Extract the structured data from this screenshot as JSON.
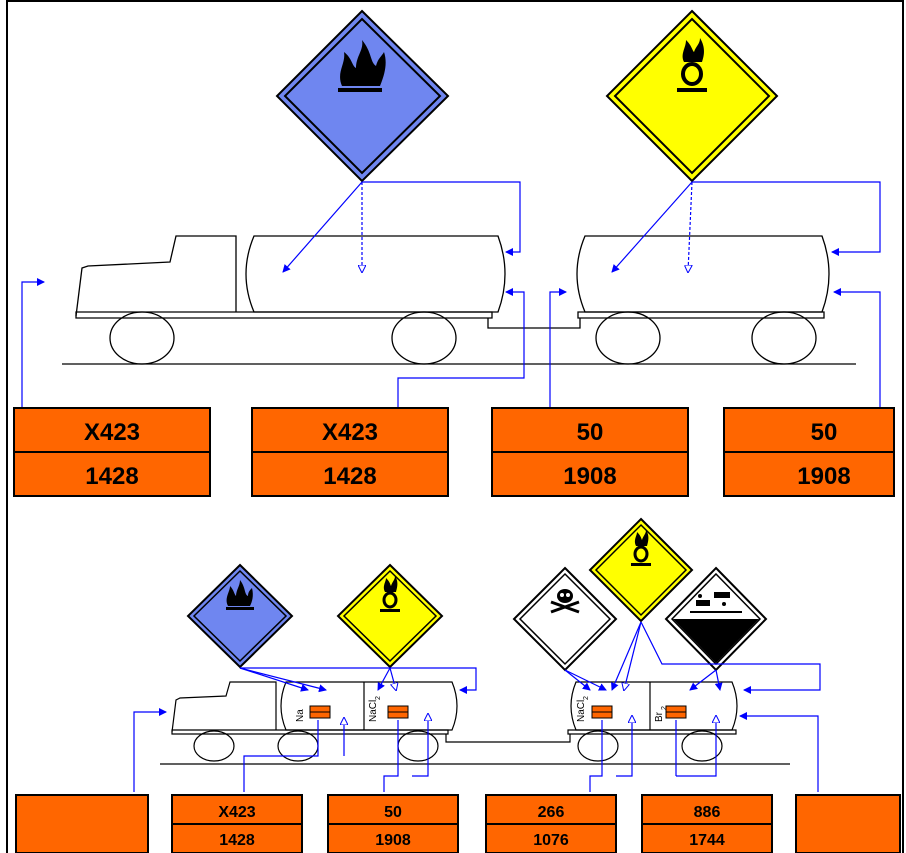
{
  "top": {
    "signs": [
      {
        "name": "flammable-solid-sign",
        "color": "#6f86f0",
        "symbol": "flame-icon"
      },
      {
        "name": "oxidizer-sign",
        "color": "#ffff00",
        "symbol": "flame-over-circle-icon"
      }
    ],
    "plates": [
      {
        "hazard": "X423",
        "un": "1428"
      },
      {
        "hazard": "X423",
        "un": "1428"
      },
      {
        "hazard": "50",
        "un": "1908"
      },
      {
        "hazard": "50",
        "un": "1908"
      }
    ]
  },
  "bottom": {
    "signs": [
      {
        "name": "flammable-solid-sign",
        "color": "#6f86f0",
        "symbol": "flame-icon"
      },
      {
        "name": "oxidizer-sign",
        "color": "#ffff00",
        "symbol": "flame-over-circle-icon"
      },
      {
        "name": "toxic-sign",
        "color": "#ffffff",
        "symbol": "skull-crossbones-icon"
      },
      {
        "name": "oxidizer-sign",
        "color": "#ffff00",
        "symbol": "flame-over-circle-icon"
      },
      {
        "name": "corrosive-sign",
        "color": "#ffffff",
        "symbol": "corrosion-icon"
      }
    ],
    "compartment_labels": {
      "truck_1": "Na",
      "truck_2": "NaCl",
      "truck_2_sub": "2",
      "trailer_1": "NaCl",
      "trailer_1_sub": "2",
      "trailer_2": "Br",
      "trailer_2_sub": "2"
    },
    "plates": [
      {
        "hazard": "",
        "un": ""
      },
      {
        "hazard": "X423",
        "un": "1428"
      },
      {
        "hazard": "50",
        "un": "1908"
      },
      {
        "hazard": "266",
        "un": "1076"
      },
      {
        "hazard": "886",
        "un": "1744"
      },
      {
        "hazard": "",
        "un": ""
      }
    ]
  },
  "colors": {
    "plate_orange": "#ff6600",
    "arrow_blue": "#0000ff",
    "flammable_blue": "#6f86f0",
    "oxidizer_yellow": "#ffff00"
  }
}
